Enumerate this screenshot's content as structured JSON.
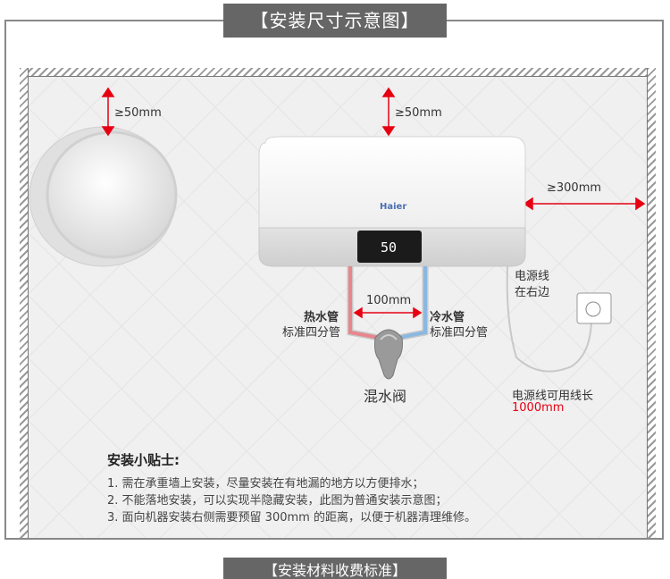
{
  "header": {
    "title": "【安装尺寸示意图】"
  },
  "dimensions": {
    "top_left_gap": "≥50mm",
    "top_right_gap": "≥50mm",
    "right_gap": "≥300mm",
    "pipe_spacing": "100mm"
  },
  "heater": {
    "brand": "Haier",
    "display": "50"
  },
  "pipes": {
    "hot_title": "热水管",
    "hot_sub": "标准四分管",
    "cold_title": "冷水管",
    "cold_sub": "标准四分管",
    "mixer": "混水阀"
  },
  "power": {
    "cord_side_line1": "电源线",
    "cord_side_line2": "在右边",
    "length_label": "电源线可用线长",
    "length_value": "1000mm"
  },
  "tips": {
    "title": "安装小贴士:",
    "items": [
      "1. 需在承重墙上安装，尽量安装在有地漏的地方以方便排水；",
      "2. 不能落地安装，可以实现半隐藏安装，此图为普通安装示意图；",
      "3. 面向机器安装右侧需要预留 300mm 的距离，以便于机器清理维修。"
    ]
  },
  "footer": {
    "banner": "【安装材料收费标准】"
  },
  "colors": {
    "hot": "#e8868c",
    "cold": "#8ab8e0",
    "dimension": "#e60012",
    "banner": "#666666"
  }
}
